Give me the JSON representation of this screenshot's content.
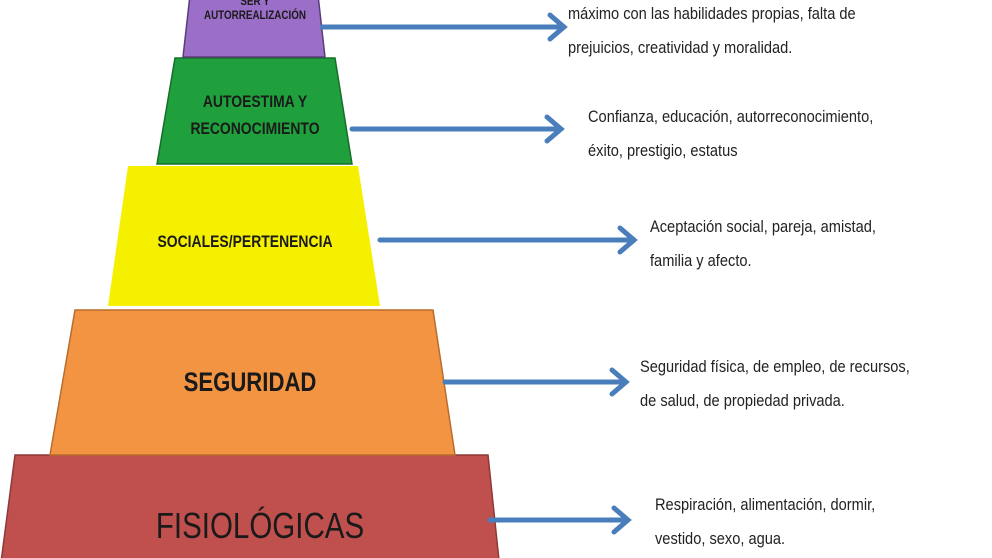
{
  "levels": [
    {
      "label_line1": "SER Y",
      "label_line2": "AUTORREALIZACIÓN",
      "color": "#9b6fc8",
      "desc_line1": "máximo con las habilidades propias, falta de",
      "desc_line2": "prejuicios, creatividad y moralidad."
    },
    {
      "label_line1": "AUTOESTIMA Y",
      "label_line2": "RECONOCIMIENTO",
      "color": "#1fa03c",
      "desc_line1": "Confianza, educación, autorreconocimiento,",
      "desc_line2": "éxito, prestigio, estatus"
    },
    {
      "label_line1": "SOCIALES/PERTENENCIA",
      "color": "#f5f000",
      "desc_line1": "Aceptación social, pareja, amistad,",
      "desc_line2": "familia y afecto."
    },
    {
      "label_line1": "SEGURIDAD",
      "color": "#f39443",
      "desc_line1": "Seguridad física, de empleo, de recursos,",
      "desc_line2": "de salud, de propiedad privada."
    },
    {
      "label_line1": "FISIOLÓGICAS",
      "color": "#c0504d",
      "desc_line1": "Respiración, alimentación, dormir,",
      "desc_line2": "vestido, sexo, agua."
    }
  ],
  "arrow_color": "#4a7ebb"
}
